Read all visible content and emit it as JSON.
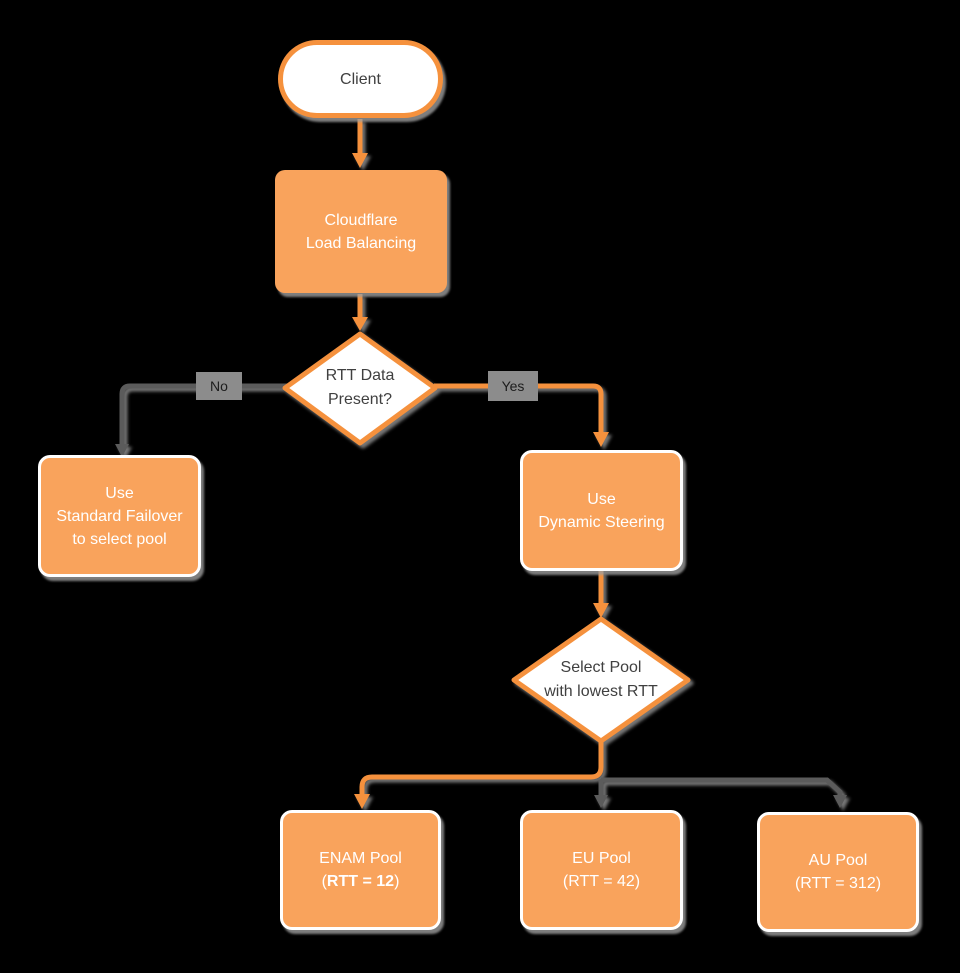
{
  "colors": {
    "background": "#000000",
    "node_fill": "#F9A35C",
    "shape_stroke": "#F5913D",
    "edge_orange": "#F5913D",
    "edge_gray": "#5B5B5B",
    "text_dark": "#404040",
    "text_light": "#FFFFFF",
    "node_stroke": "#FFFFFF",
    "badge_bg": "#8C8C8C",
    "badge_text": "#1C1C1C"
  },
  "nodes": {
    "client": {
      "label": "Client"
    },
    "load_balancer": {
      "lines": [
        "Cloudflare",
        "Load Balancing"
      ]
    },
    "rtt_decision": {
      "lines": [
        "RTT Data",
        "Present?"
      ]
    },
    "standard_failover": {
      "lines": [
        "Use",
        "Standard Failover",
        "to select pool"
      ]
    },
    "dynamic_steering": {
      "lines": [
        "Use",
        "Dynamic Steering"
      ]
    },
    "pool_decision": {
      "lines": [
        "Select Pool",
        "with lowest RTT"
      ]
    },
    "enam_pool": {
      "line1": "ENAM Pool",
      "line2_prefix": "(",
      "line2_bold": "RTT = 12",
      "line2_suffix": ")"
    },
    "eu_pool": {
      "lines": [
        "EU Pool",
        "(RTT = 42)"
      ]
    },
    "au_pool": {
      "lines": [
        "AU Pool",
        "(RTT = 312)"
      ]
    }
  },
  "edge_labels": {
    "no": "No",
    "yes": "Yes"
  }
}
